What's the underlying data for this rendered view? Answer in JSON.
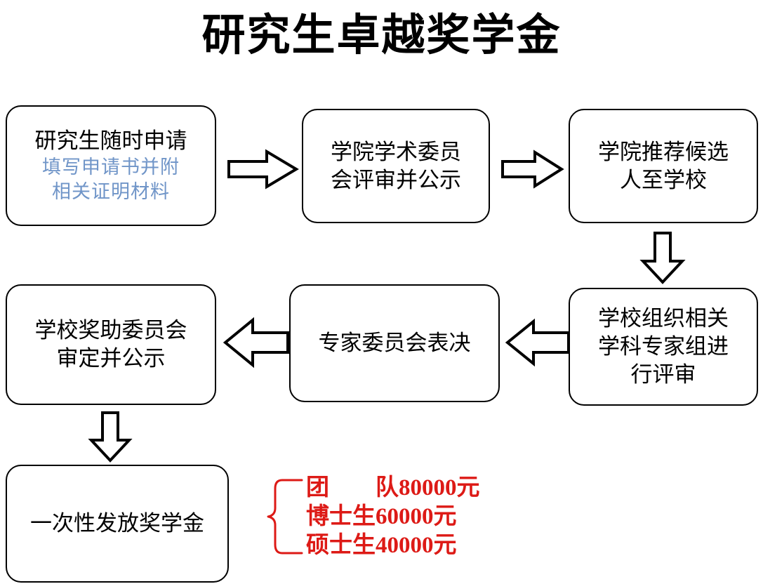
{
  "page": {
    "title": "研究生卓越奖学金",
    "background_color": "#FFFFFF",
    "outline_color": "#000000",
    "sub_text_color": "#7095C8",
    "amount_color": "#DD1A16"
  },
  "flow": {
    "nodes": [
      {
        "id": "apply",
        "lines": [
          "研究生随时申请"
        ],
        "sub_lines": [
          "填写申请书并附",
          "相关证明材料"
        ]
      },
      {
        "id": "review",
        "lines": [
          "学院学术委员",
          "会评审并公示"
        ],
        "sub_lines": []
      },
      {
        "id": "recommend",
        "lines": [
          "学院推荐候选",
          "人至学校"
        ],
        "sub_lines": []
      },
      {
        "id": "expert-review",
        "lines": [
          "学校组织相关",
          "学科专家组进",
          "行评审"
        ],
        "sub_lines": []
      },
      {
        "id": "vote",
        "lines": [
          "专家委员会表决"
        ],
        "sub_lines": []
      },
      {
        "id": "approve",
        "lines": [
          "学校奖助委员会",
          "审定并公示"
        ],
        "sub_lines": []
      },
      {
        "id": "award",
        "lines": [
          "一次性发放奖学金"
        ],
        "sub_lines": []
      }
    ],
    "arrows": [
      {
        "id": "apply-to-review",
        "direction": "right"
      },
      {
        "id": "review-to-recommend",
        "direction": "right"
      },
      {
        "id": "recommend-to-expert-review",
        "direction": "down"
      },
      {
        "id": "expert-review-to-vote",
        "direction": "left"
      },
      {
        "id": "vote-to-approve",
        "direction": "left"
      },
      {
        "id": "approve-to-award",
        "direction": "down"
      }
    ]
  },
  "amounts": {
    "brace": "{",
    "rows": [
      {
        "label": "团　　队",
        "value": "80000",
        "unit": "元",
        "text": "团　　队80000元"
      },
      {
        "label": "博士生",
        "value": "60000",
        "unit": "元",
        "text": "博士生60000元"
      },
      {
        "label": "硕士生",
        "value": "40000",
        "unit": "元",
        "text": "硕士生40000元"
      }
    ]
  }
}
